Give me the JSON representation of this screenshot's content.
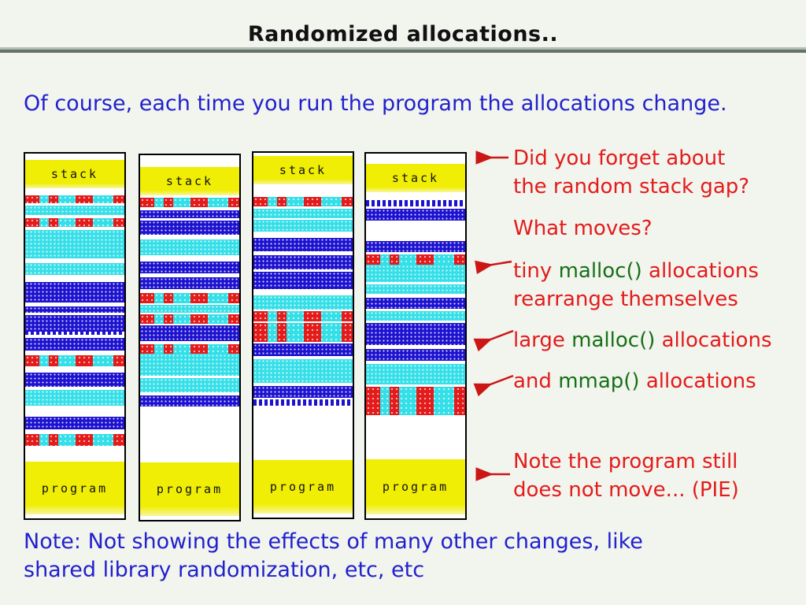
{
  "slide": {
    "title": "Randomized allocations..",
    "intro": "Of course, each time you run the program the allocations change.",
    "footnote": "Note: Not showing the effects of many other changes, like\nshared library randomization, etc, etc"
  },
  "colors": {
    "text_blue": "#2121cd",
    "annotation_red": "#e31b1b",
    "code_green": "#167016",
    "band_yellow": "#f0ee04",
    "band_cyan": "#35dfe8",
    "band_blue": "#1d12cf",
    "band_red": "#e31b1b",
    "rule_light": "#b2beb2",
    "rule_dark": "#667366"
  },
  "figure": {
    "columns": [
      {
        "name": "run-1",
        "stack_label": "stack",
        "program_label": "program",
        "segments": [
          [
            "gap",
            8
          ],
          [
            "stack",
            36
          ],
          [
            "gap",
            9
          ],
          [
            "mix",
            10
          ],
          [
            "gap",
            3
          ],
          [
            "cyan",
            12
          ],
          [
            "gap",
            4
          ],
          [
            "mix",
            11
          ],
          [
            "gap",
            4
          ],
          [
            "cyan",
            36
          ],
          [
            "gap",
            6
          ],
          [
            "cyan",
            15
          ],
          [
            "gap",
            9
          ],
          [
            "blue",
            26
          ],
          [
            "gap",
            5
          ],
          [
            "blue",
            8
          ],
          [
            "gap",
            3
          ],
          [
            "blue",
            21
          ],
          [
            "dotline",
            4
          ],
          [
            "gap",
            4
          ],
          [
            "blue",
            16
          ],
          [
            "gap",
            6
          ],
          [
            "mix",
            14
          ],
          [
            "gap",
            8
          ],
          [
            "blue",
            18
          ],
          [
            "gap",
            4
          ],
          [
            "cyan",
            20
          ],
          [
            "gap",
            14
          ],
          [
            "blue",
            16
          ],
          [
            "gap",
            6
          ],
          [
            "mix",
            15
          ],
          [
            "fill",
            0
          ],
          [
            "program",
            67
          ],
          [
            "gap",
            5
          ]
        ]
      },
      {
        "name": "run-2",
        "stack_label": "stack",
        "program_label": "program",
        "segments": [
          [
            "gap",
            15
          ],
          [
            "stack",
            36
          ],
          [
            "gap",
            3
          ],
          [
            "mix",
            12
          ],
          [
            "gap",
            4
          ],
          [
            "blue",
            10
          ],
          [
            "gap",
            3
          ],
          [
            "blue",
            18
          ],
          [
            "gap",
            6
          ],
          [
            "cyan",
            20
          ],
          [
            "gap",
            8
          ],
          [
            "blue",
            15
          ],
          [
            "gap",
            5
          ],
          [
            "blue",
            15
          ],
          [
            "gap",
            5
          ],
          [
            "mix",
            13
          ],
          [
            "gap",
            2
          ],
          [
            "cyan",
            10
          ],
          [
            "gap",
            2
          ],
          [
            "mix",
            12
          ],
          [
            "gap",
            2
          ],
          [
            "blue",
            20
          ],
          [
            "gap",
            4
          ],
          [
            "mix",
            12
          ],
          [
            "cyan",
            28
          ],
          [
            "gap",
            3
          ],
          [
            "cyan",
            18
          ],
          [
            "gap",
            4
          ],
          [
            "blue",
            14
          ],
          [
            "fill",
            0
          ],
          [
            "program",
            68
          ],
          [
            "gap",
            5
          ]
        ]
      },
      {
        "name": "run-3",
        "stack_label": "stack",
        "program_label": "program",
        "segments": [
          [
            "gap",
            4
          ],
          [
            "stack",
            36
          ],
          [
            "gap",
            16
          ],
          [
            "mix",
            12
          ],
          [
            "gap",
            3
          ],
          [
            "cyan",
            12
          ],
          [
            "gap",
            2
          ],
          [
            "cyan",
            15
          ],
          [
            "gap",
            8
          ],
          [
            "blue",
            17
          ],
          [
            "gap",
            5
          ],
          [
            "blue",
            18
          ],
          [
            "gap",
            3
          ],
          [
            "blue",
            22
          ],
          [
            "gap",
            8
          ],
          [
            "cyan",
            18
          ],
          [
            "gap",
            2
          ],
          [
            "mix",
            13
          ],
          [
            "gap",
            2
          ],
          [
            "mix",
            12
          ],
          [
            "mix",
            12
          ],
          [
            "gap",
            2
          ],
          [
            "blue",
            16
          ],
          [
            "gap",
            4
          ],
          [
            "cyan",
            30
          ],
          [
            "gap",
            4
          ],
          [
            "blue",
            15
          ],
          [
            "gap",
            2
          ],
          [
            "dotline",
            8
          ],
          [
            "fill",
            0
          ],
          [
            "program",
            68
          ],
          [
            "gap",
            5
          ]
        ]
      },
      {
        "name": "run-4",
        "stack_label": "stack",
        "program_label": "program",
        "segments": [
          [
            "gap",
            13
          ],
          [
            "stack",
            36
          ],
          [
            "gap",
            10
          ],
          [
            "dotline",
            8
          ],
          [
            "gap",
            3
          ],
          [
            "blue",
            15
          ],
          [
            "gap",
            26
          ],
          [
            "blue",
            14
          ],
          [
            "gap",
            3
          ],
          [
            "mix",
            13
          ],
          [
            "cyan",
            22
          ],
          [
            "gap",
            3
          ],
          [
            "cyan",
            12
          ],
          [
            "gap",
            5
          ],
          [
            "blue",
            14
          ],
          [
            "gap",
            3
          ],
          [
            "cyan",
            12
          ],
          [
            "gap",
            3
          ],
          [
            "blue",
            28
          ],
          [
            "gap",
            5
          ],
          [
            "blue",
            15
          ],
          [
            "gap",
            4
          ],
          [
            "cyan",
            26
          ],
          [
            "gap",
            3
          ],
          [
            "mix",
            12
          ],
          [
            "mix",
            12
          ],
          [
            "mix",
            12
          ],
          [
            "fill",
            0
          ],
          [
            "program",
            70
          ],
          [
            "gap",
            5
          ]
        ]
      }
    ]
  },
  "annotations": [
    {
      "name": "stack-gap-note",
      "lines": [
        [
          [
            "Did you forget about",
            "red"
          ]
        ],
        [
          [
            "the random stack gap?",
            "red"
          ]
        ]
      ]
    },
    {
      "name": "what-moves",
      "lines": [
        [
          [
            "What moves?",
            "red"
          ]
        ]
      ]
    },
    {
      "name": "tiny-malloc",
      "lines": [
        [
          [
            "tiny ",
            "red"
          ],
          [
            "malloc()",
            "green"
          ],
          [
            " allocations",
            "red"
          ]
        ],
        [
          [
            "rearrange themselves",
            "red"
          ]
        ]
      ]
    },
    {
      "name": "large-malloc",
      "lines": [
        [
          [
            "large ",
            "red"
          ],
          [
            "malloc()",
            "green"
          ],
          [
            " allocations",
            "red"
          ]
        ]
      ]
    },
    {
      "name": "mmap",
      "lines": [
        [
          [
            "and ",
            "red"
          ],
          [
            "mmap()",
            "green"
          ],
          [
            " allocations",
            "red"
          ]
        ]
      ]
    },
    {
      "name": "pie-note",
      "lines": [
        [
          [
            "Note the program still",
            "red"
          ]
        ],
        [
          [
            "does not move... (PIE)",
            "red"
          ]
        ]
      ]
    }
  ]
}
